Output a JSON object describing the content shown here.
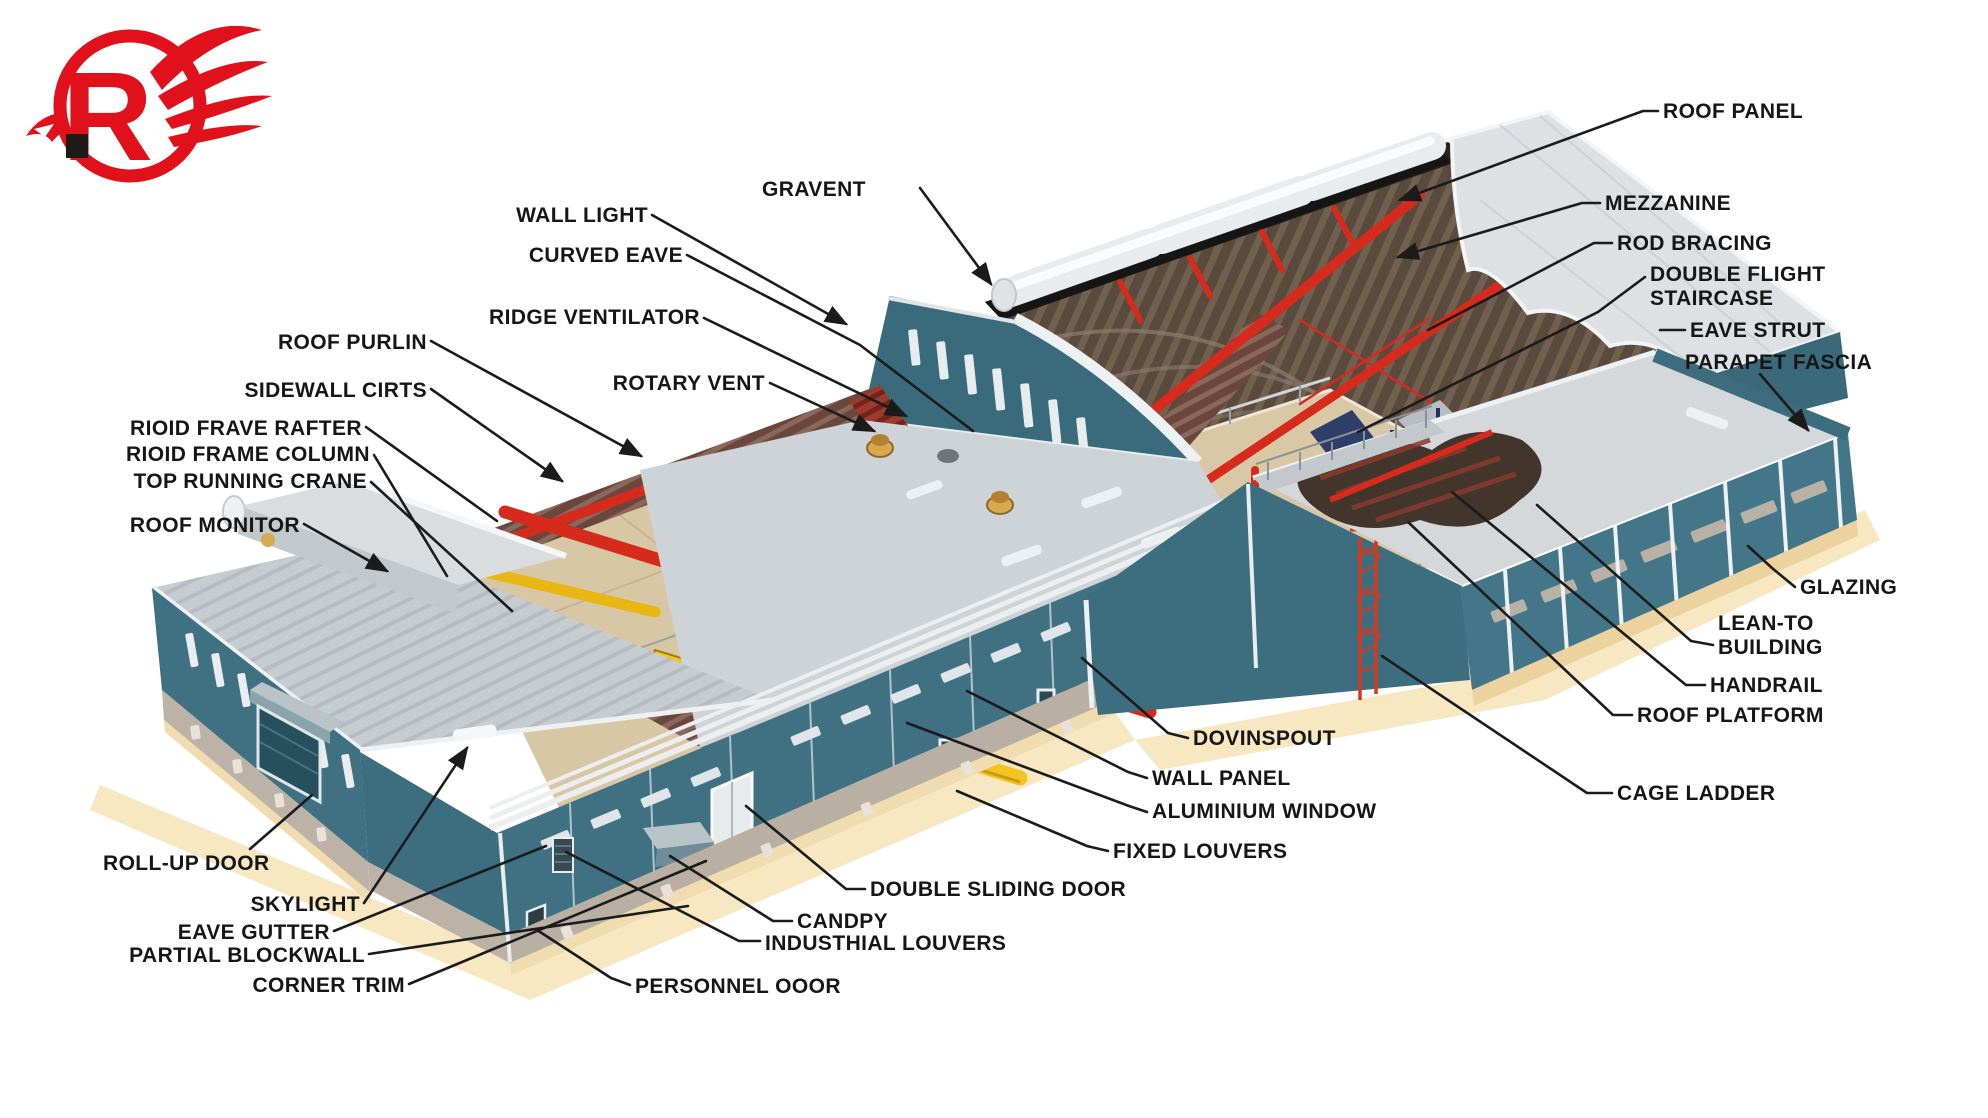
{
  "logo": {
    "letter": "R",
    "color": "#e0111a"
  },
  "labels": {
    "roof_panel": "ROOF PANEL",
    "mezzanine": "MEZZANINE",
    "rod_bracing": "ROD BRACING",
    "double_flight": "DOUBLE FLIGHT",
    "staircase": "STAIRCASE",
    "eave_strut": "EAVE STRUT",
    "parapet_fascia": "PARAPET FASCIA",
    "glazing": "GLAZING",
    "lean_to": "LEAN-TO",
    "building": "BUILDING",
    "handrail": "HANDRAIL",
    "roof_platform": "ROOF PLATFORM",
    "cage_ladder": "CAGE LADDER",
    "dovinspout": "DOVINSPOUT",
    "wall_panel": "WALL PANEL",
    "aluminium_window": "ALUMINIUM WINDOW",
    "fixed_louvers": "FIXED LOUVERS",
    "double_sliding_door": "DOUBLE SLIDING DOOR",
    "candpy": "CANDPY",
    "industhial_louvers": "INDUSTHIAL LOUVERS",
    "personnel_ooor": "PERSONNEL OOOR",
    "roll_up_door": "ROLL-UP DOOR",
    "skylight": "SKYLIGHT",
    "eave_gutter": "EAVE GUTTER",
    "partial_blockwall": "PARTIAL BLOCKWALL",
    "corner_trim": "CORNER TRIM",
    "gravent": "GRAVENT",
    "wall_light": "WALL LIGHT",
    "curved_eave": "CURVED EAVE",
    "ridge_ventilator": "RIDGE VENTILATOR",
    "rotary_vent": "ROTARY VENT",
    "roof_purlin": "ROOF PURLIN",
    "sidewall_cirts": "SIDEWALL CIRTS",
    "rioid_frave_rafter": "RIOID FRAVE RAFTER",
    "rioid_frame_column": "RIOID FRAME COLUMN",
    "top_running_crane": "TOP RUNNING CRANE",
    "roof_monitor": "ROOF MONITOR"
  },
  "colors": {
    "wall_teal": "#3f7183",
    "roof_gray": "#ced3d7",
    "frame_red": "#d62a1c",
    "crane_yellow": "#f2c21d",
    "floor_tan": "#d8c7a4",
    "staircase_blue": "#2f3f6a",
    "purlin_maroon": "#6b463c",
    "ground_tan": "#f7e8c2",
    "label_text": "#161616"
  }
}
